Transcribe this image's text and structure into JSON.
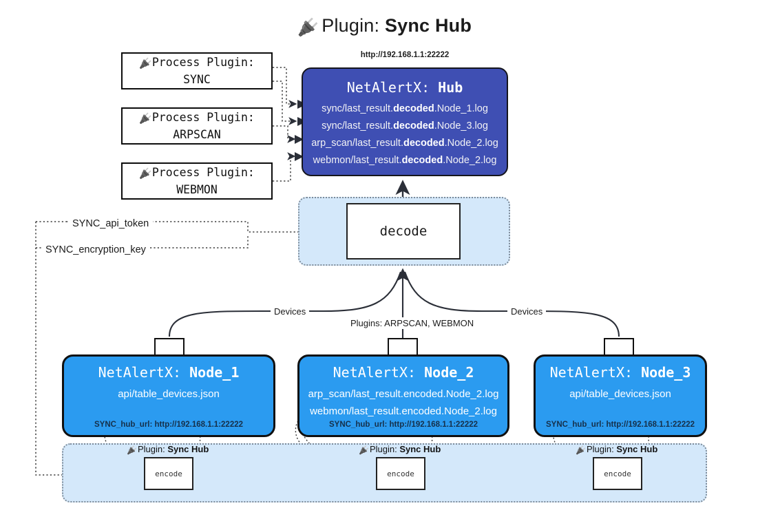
{
  "title": {
    "icon": "plug-icon",
    "prefix": "Plugin:",
    "name": "Sync Hub"
  },
  "process_plugins": [
    {
      "icon": "plug-icon",
      "line1": "Process Plugin:",
      "line2": "SYNC"
    },
    {
      "icon": "plug-icon",
      "line1": "Process Plugin:",
      "line2": "ARPSCAN"
    },
    {
      "icon": "plug-icon",
      "line1": "Process Plugin:",
      "line2": "WEBMON"
    }
  ],
  "hub": {
    "url": "http://192.168.1.1:22222",
    "title_prefix": "NetAlertX:",
    "title_name": "Hub",
    "lines": [
      {
        "pre": "sync/last_result.",
        "strong": "decoded",
        "post": ".Node_1.log"
      },
      {
        "pre": "sync/last_result.",
        "strong": "decoded",
        "post": ".Node_3.log"
      },
      {
        "pre": "arp_scan/last_result.",
        "strong": "decoded",
        "post": ".Node_2.log"
      },
      {
        "pre": "webmon/last_result.",
        "strong": "decoded",
        "post": ".Node_2.log"
      }
    ]
  },
  "decode": {
    "label": "decode"
  },
  "tokens": [
    {
      "label": "SYNC_api_token"
    },
    {
      "label": "SYNC_encryption_key"
    }
  ],
  "edge_labels": {
    "devices_left": "Devices",
    "devices_right": "Devices",
    "plugins_center": "Plugins: ARPSCAN, WEBMON"
  },
  "nodes": [
    {
      "title_prefix": "NetAlertX:",
      "title_name": "Node_1",
      "lines": [
        "api/table_devices.json"
      ],
      "hub_url": "SYNC_hub_url: http://192.168.1.1:22222",
      "envelope": "envelope-icon"
    },
    {
      "title_prefix": "NetAlertX:",
      "title_name": "Node_2",
      "lines": [
        "arp_scan/last_result.encoded.Node_2.log",
        "webmon/last_result.encoded.Node_2.log"
      ],
      "hub_url": "SYNC_hub_url: http://192.168.1.1:22222",
      "envelope": "envelope-icon"
    },
    {
      "title_prefix": "NetAlertX:",
      "title_name": "Node_3",
      "lines": [
        "api/table_devices.json"
      ],
      "hub_url": "SYNC_hub_url: http://192.168.1.1:22222",
      "envelope": "envelope-icon"
    }
  ],
  "encoders": [
    {
      "icon": "plug-icon",
      "label_prefix": "Plugin:",
      "label_name": "Sync Hub",
      "box": "encode"
    },
    {
      "icon": "plug-icon",
      "label_prefix": "Plugin:",
      "label_name": "Sync Hub",
      "box": "encode"
    },
    {
      "icon": "plug-icon",
      "label_prefix": "Plugin:",
      "label_name": "Sync Hub",
      "box": "encode"
    }
  ],
  "colors": {
    "hub_fill": "#3f4fb3",
    "node_fill": "#2b9bf0",
    "group_fill": "#d4e8fa",
    "stroke": "#101010",
    "dotted_stroke": "#7d8b99",
    "background": "#ffffff"
  }
}
